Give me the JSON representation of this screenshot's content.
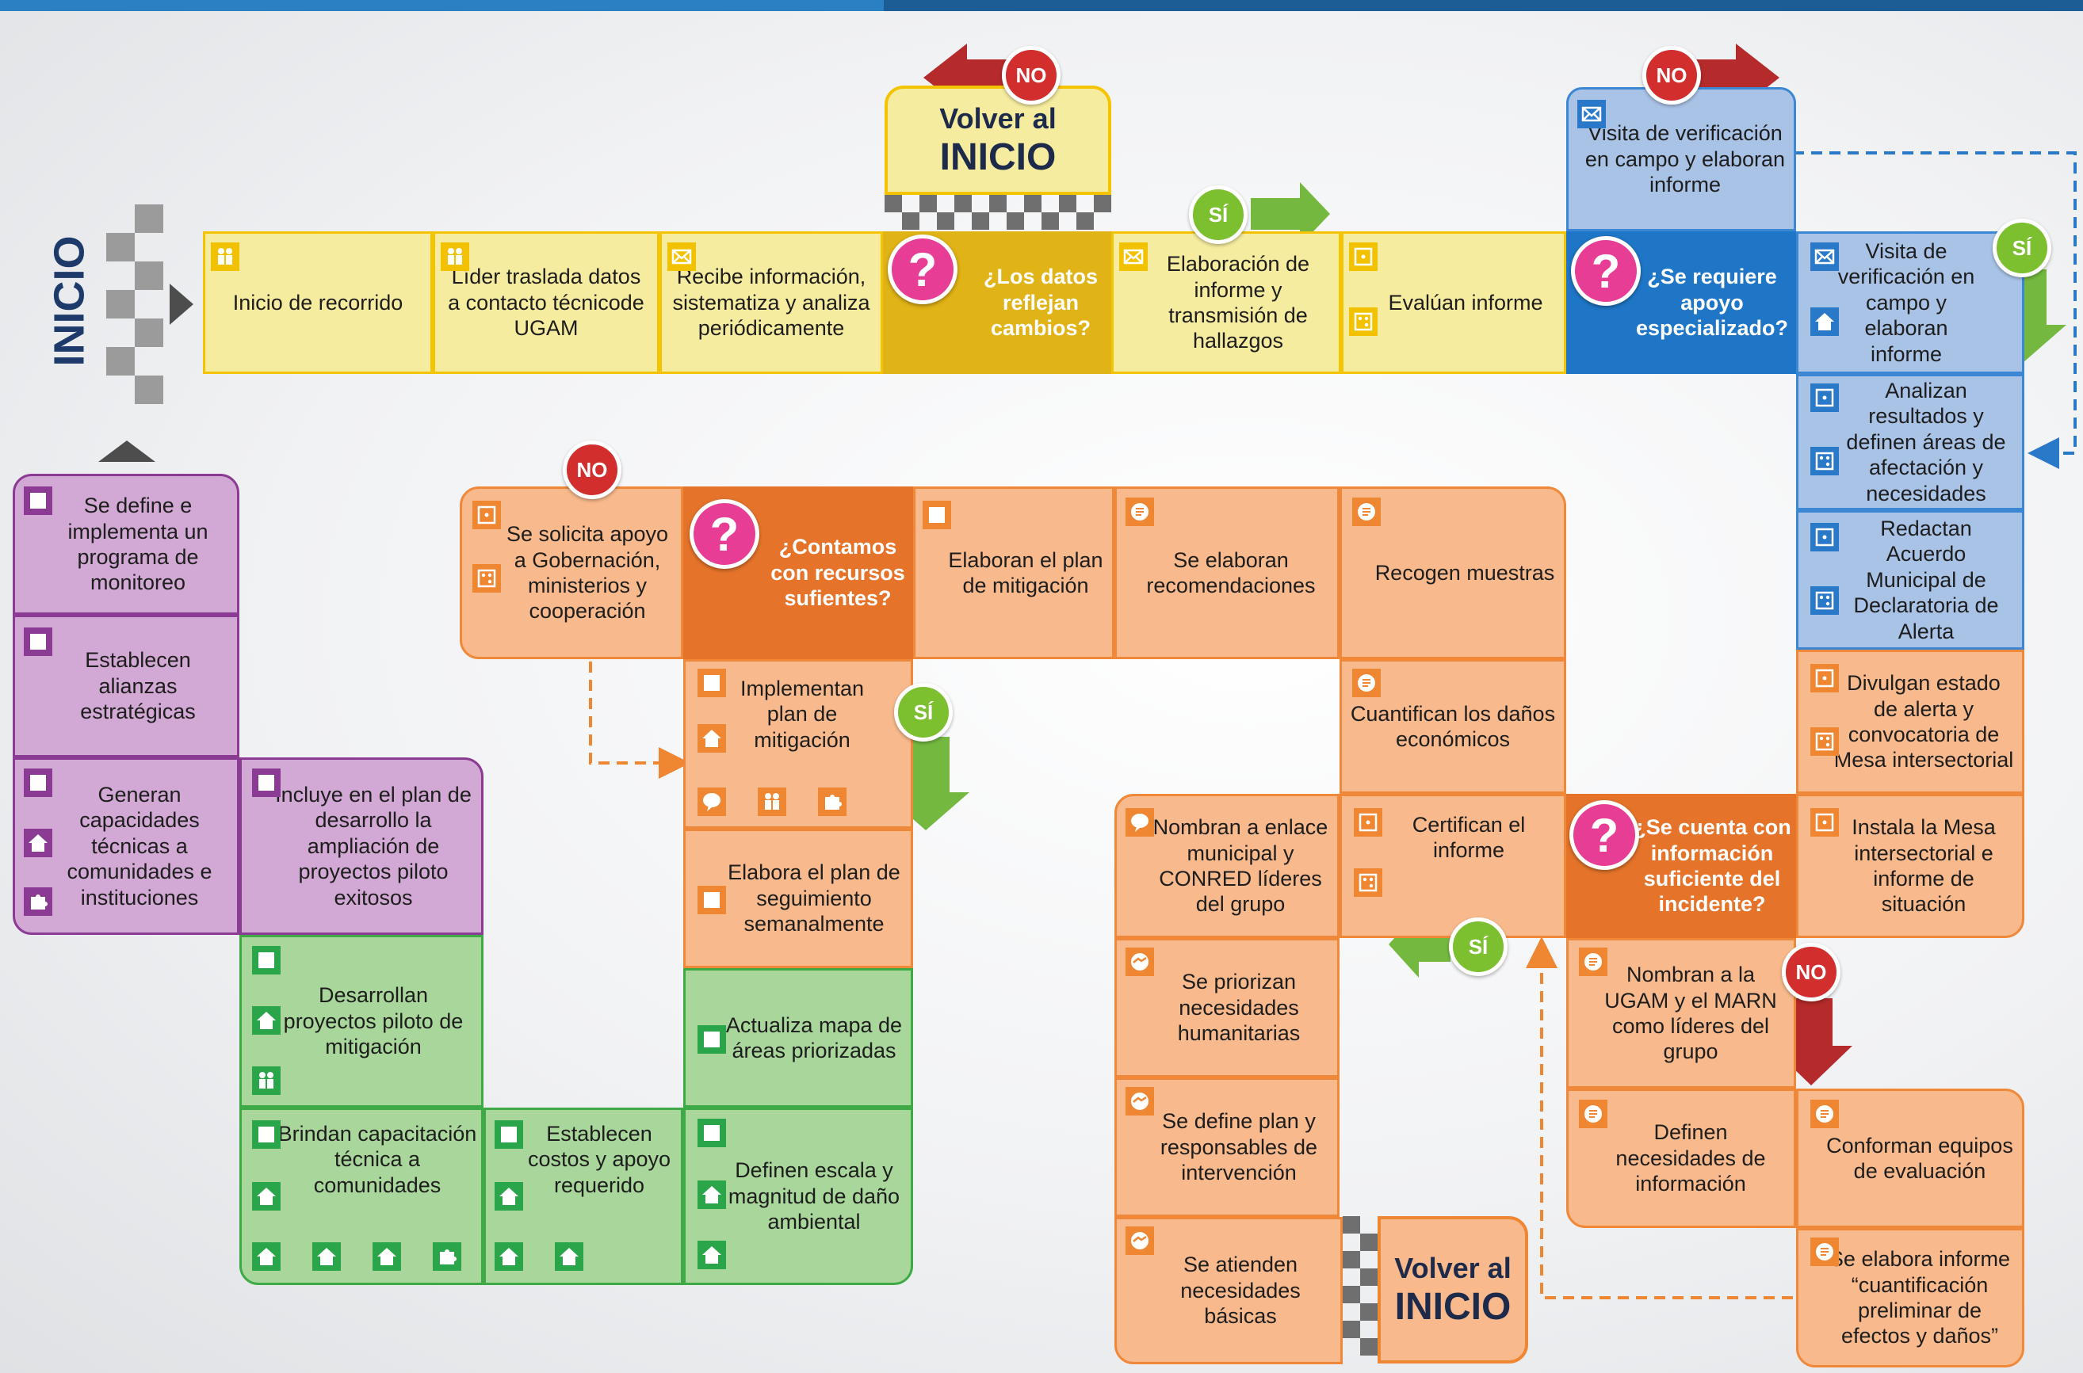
{
  "inicio": "INICIO",
  "volver_top": {
    "line1": "Volver al",
    "line2": "INICIO"
  },
  "volver_bottom": {
    "line1": "Volver al",
    "line2": "INICIO"
  },
  "badges": {
    "no": "NO",
    "si": "SÍ"
  },
  "q_mark": "?",
  "top_row": {
    "c1": "Inicio de recorrido",
    "c2": "Líder traslada datos a contacto técnicode UGAM",
    "c3": "Recibe información, sistematiza y analiza periódicamente",
    "q1": "¿Los datos reflejan cambios?",
    "c4": "Elaboración de informe y transmisión de hallazgos",
    "c5": "Evalúan informe",
    "q2": "¿Se requiere apoyo especializado?",
    "c6": "Visita de verificación en campo y elaboran informe",
    "c_top_blue": "Visita de verificación en campo y elaboran informe"
  },
  "right_col": {
    "r1": "Analizan resultados y definen áreas de afectación y necesidades",
    "r2": "Redactan Acuerdo Municipal de Declaratoria de Alerta",
    "r3": "Divulgan estado de alerta y convocatoria de Mesa intersectorial",
    "r4": "Instala la Mesa intersectorial e informe de situación",
    "q3": "¿Se cuenta con información suficiente del incidente?",
    "r5": "Nombran a la UGAM y el MARN como líderes del grupo",
    "r6": "Conforman equipos de evaluación",
    "r7": "Definen necesidades de información",
    "r8": "Se elabora informe “cuantificación preliminar de efectos y daños”"
  },
  "middle": {
    "m1": "Se solicita apoyo a Gobernación, ministerios y cooperación",
    "q4": "¿Contamos con recursos sufientes?",
    "m2": "Elaboran el plan de mitigación",
    "m3": "Se elaboran recomendaciones",
    "m4": "Recogen muestras",
    "m5": "Cuantifican los daños económicos",
    "m6": "Certifican el informe",
    "m7": "Nombran a enlace municipal y CONRED líderes del grupo",
    "m8": "Se priorizan necesidades humanitarias",
    "m9": "Se define plan y responsables de intervención",
    "m10": "Se atienden necesidades básicas",
    "m11": "Implementan plan de mitigación",
    "m12": "Elabora el plan de seguimiento semanalmente",
    "m13": "Actualiza mapa de áreas priorizadas",
    "m14": "Definen escala y magnitud de daño ambiental"
  },
  "left": {
    "l1": "Se define e implementa un programa de monitoreo",
    "l2": "Establecen alianzas estratégicas",
    "l3": "Generan capacidades técnicas a comunidades e instituciones",
    "l4": "Incluye en el plan de desarrollo la ampliación de proyectos piloto exitosos",
    "l5": "Desarrollan proyectos piloto de mitigación",
    "l6": "Brindan capacitación técnica a comunidades",
    "l7": "Establecen costos y apoyo requerido"
  },
  "colors": {
    "yellow": "#f6ec9f",
    "orange": "#f8b98c",
    "blue": "#a9c3e7",
    "green": "#a9d79b",
    "purple": "#d2a9d4",
    "pink": "#e83d94",
    "no_red": "#d22e2e",
    "si_green": "#7cbf2f"
  },
  "icons": [
    "people-icon",
    "envelope-icon",
    "die-icon",
    "house-icon",
    "chat-icon",
    "puzzle-icon",
    "document-icon",
    "handshake-icon",
    "tree-house-icon",
    "square-icon"
  ]
}
